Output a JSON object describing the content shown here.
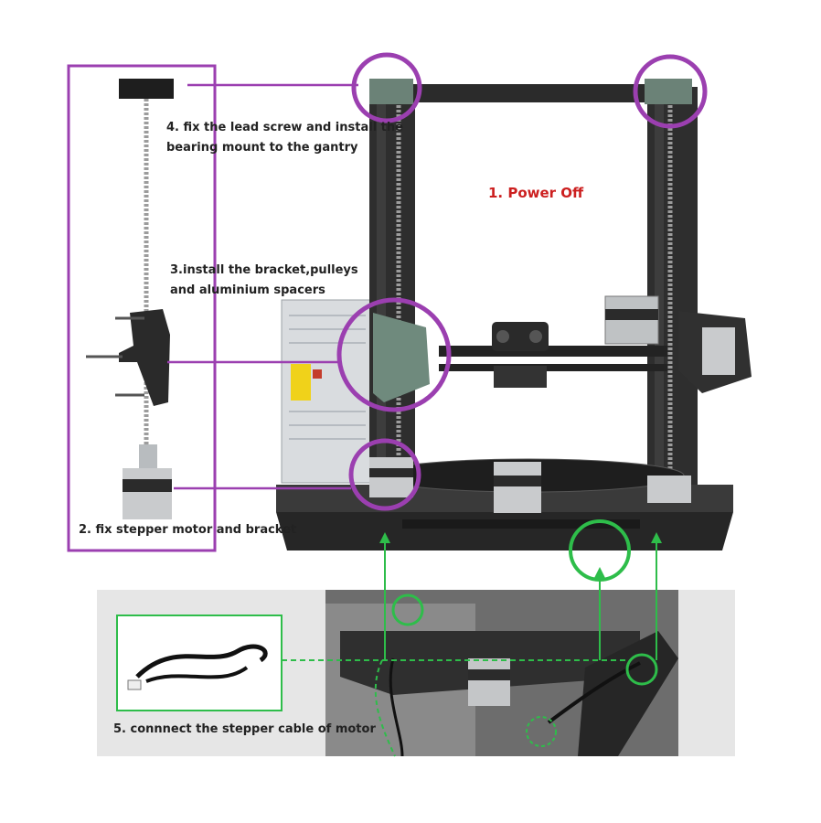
{
  "title": "1. Power Off",
  "steps": {
    "lead_screw": [
      "4. fix the lead screw and install the",
      "bearing mount to the gantry"
    ],
    "bracket": [
      "3.install the bracket,pulleys",
      "and aluminium spacers"
    ],
    "motor": "2. fix stepper motor and bracket",
    "cable": "5. connnect the stepper cable of motor"
  },
  "colors": {
    "purple": "#9b3fb0",
    "green": "#2ebd4a",
    "title_red": "#cc1f1f",
    "frame": "#2b2b2b"
  }
}
